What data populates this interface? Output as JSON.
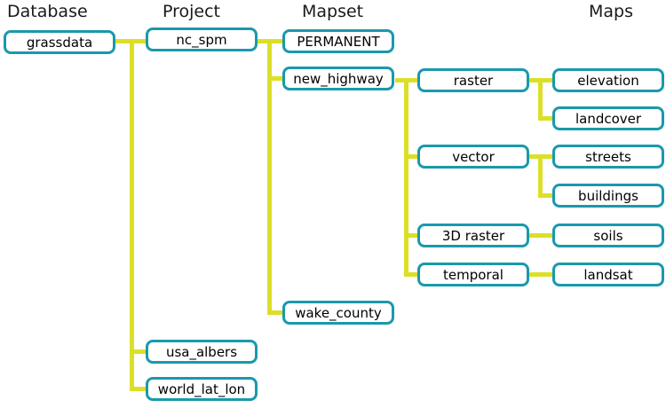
{
  "headers": {
    "database": "Database",
    "project": "Project",
    "mapset": "Mapset",
    "maps": "Maps"
  },
  "nodes": {
    "grassdata": "grassdata",
    "nc_spm": "nc_spm",
    "usa_albers": "usa_albers",
    "world_lat_lon": "world_lat_lon",
    "permanent": "PERMANENT",
    "new_highway": "new_highway",
    "wake_county": "wake_county",
    "raster": "raster",
    "vector": "vector",
    "raster_3d": "3D raster",
    "temporal": "temporal",
    "elevation": "elevation",
    "landcover": "landcover",
    "streets": "streets",
    "buildings": "buildings",
    "soils": "soils",
    "landsat": "landsat"
  },
  "edges": [
    {
      "from": "grassdata",
      "to": [
        "nc_spm",
        "usa_albers",
        "world_lat_lon"
      ]
    },
    {
      "from": "nc_spm",
      "to": [
        "PERMANENT",
        "new_highway",
        "wake_county"
      ]
    },
    {
      "from": "new_highway",
      "to": [
        "raster",
        "vector",
        "3D raster",
        "temporal"
      ]
    },
    {
      "from": "raster",
      "to": [
        "elevation",
        "landcover"
      ]
    },
    {
      "from": "vector",
      "to": [
        "streets",
        "buildings"
      ]
    },
    {
      "from": "3D raster",
      "to": [
        "soils"
      ]
    },
    {
      "from": "temporal",
      "to": [
        "landsat"
      ]
    }
  ],
  "colors": {
    "box_border": "#1a99ab",
    "connector": "#dcdf28"
  }
}
